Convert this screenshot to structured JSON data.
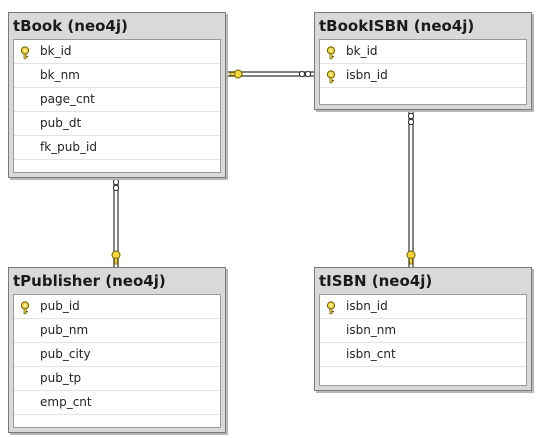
{
  "tables": {
    "tBook": {
      "title": "tBook (neo4j)",
      "columns": [
        {
          "name": "bk_id",
          "key": "key-icon"
        },
        {
          "name": "bk_nm",
          "key": ""
        },
        {
          "name": "page_cnt",
          "key": ""
        },
        {
          "name": "pub_dt",
          "key": ""
        },
        {
          "name": "fk_pub_id",
          "key": ""
        }
      ]
    },
    "tBookISBN": {
      "title": "tBookISBN (neo4j)",
      "columns": [
        {
          "name": "bk_id",
          "key": "key-icon"
        },
        {
          "name": "isbn_id",
          "key": "key-icon"
        }
      ]
    },
    "tPublisher": {
      "title": "tPublisher (neo4j)",
      "columns": [
        {
          "name": "pub_id",
          "key": "key-icon"
        },
        {
          "name": "pub_nm",
          "key": ""
        },
        {
          "name": "pub_city",
          "key": ""
        },
        {
          "name": "pub_tp",
          "key": ""
        },
        {
          "name": "emp_cnt",
          "key": ""
        }
      ]
    },
    "tISBN": {
      "title": "tISBN (neo4j)",
      "columns": [
        {
          "name": "isbn_id",
          "key": "key-icon"
        },
        {
          "name": "isbn_nm",
          "key": ""
        },
        {
          "name": "isbn_cnt",
          "key": ""
        }
      ]
    }
  },
  "relationships": [
    {
      "one": "tBook",
      "many": "tBookISBN"
    },
    {
      "one": "tPublisher",
      "many": "tBook"
    },
    {
      "one": "tISBN",
      "many": "tBookISBN"
    }
  ],
  "colors": {
    "key": "#f2d63a",
    "key_outline": "#6b5a00",
    "line": "#333333"
  }
}
